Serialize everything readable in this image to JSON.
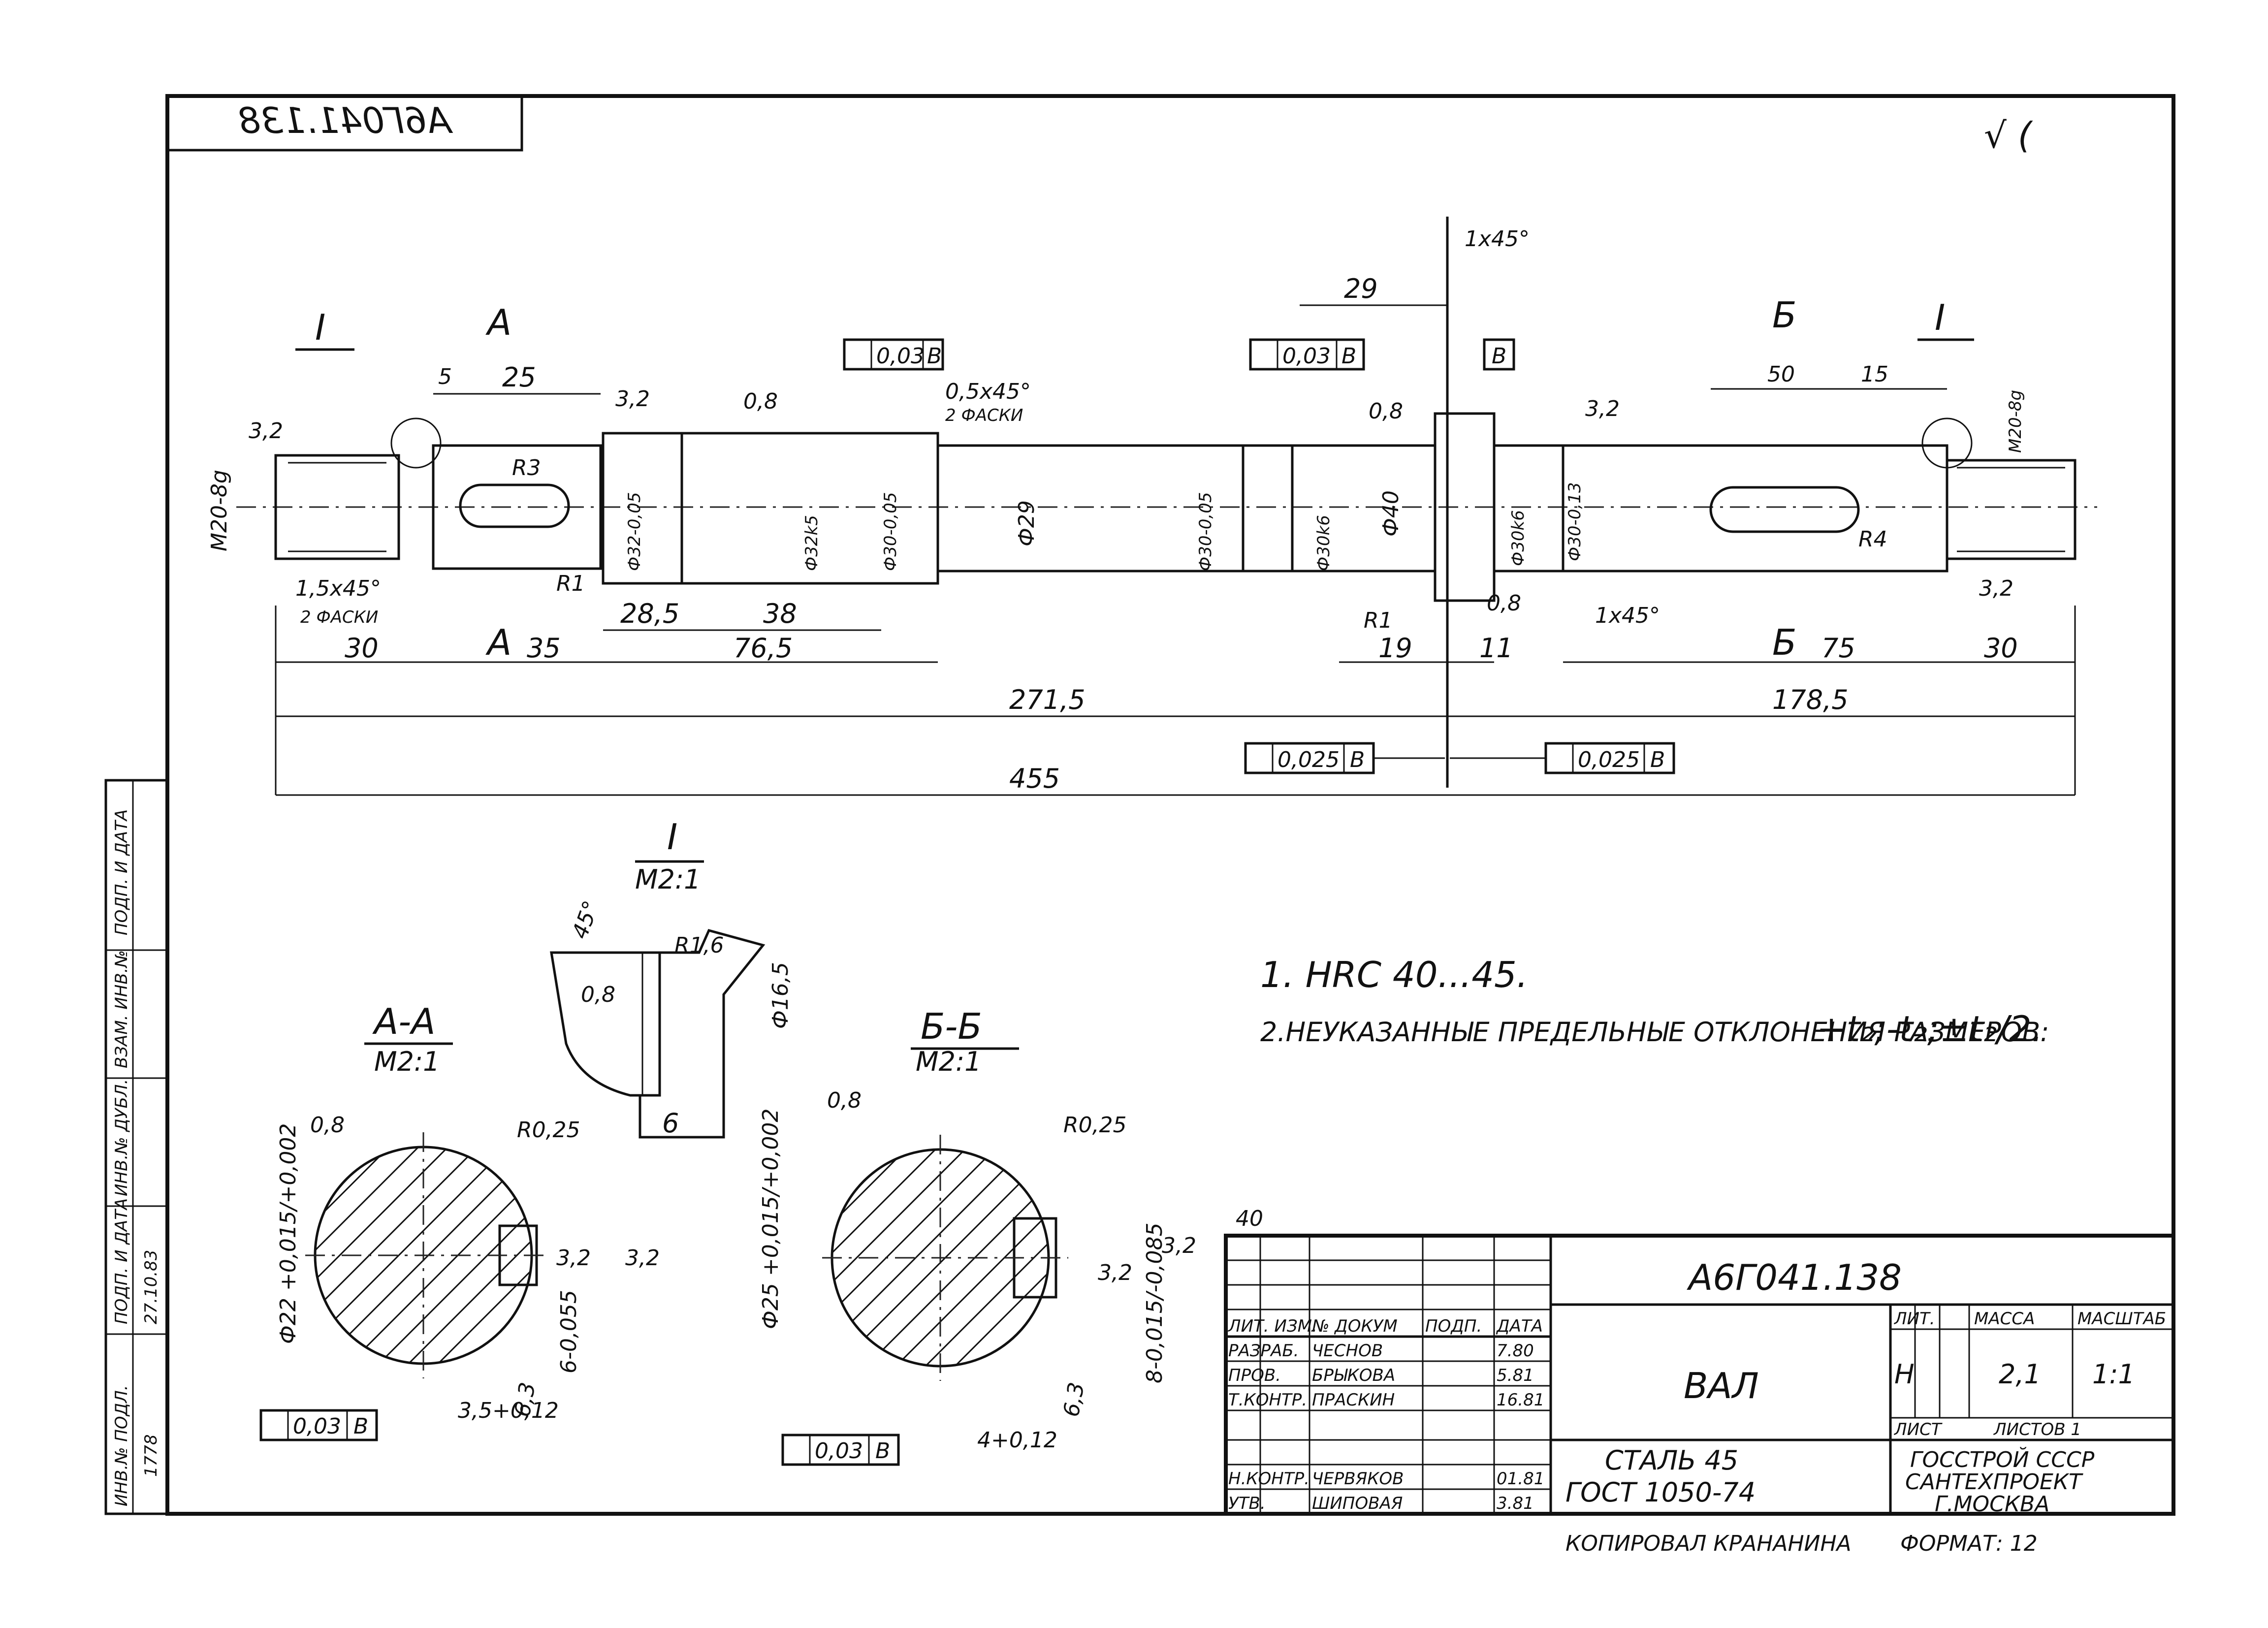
{
  "drawing": {
    "code": "А6Г041.138",
    "code_mirrored": "А6Г041.138",
    "title": "ВАЛ",
    "material_line1": "СТАЛЬ 45",
    "material_line2": "ГОСТ 1050-74",
    "organization": [
      "ГОССТРОЙ СССР",
      "САНТЕХПРОЕКТ",
      "Г.МОСКВА"
    ],
    "lit": "Н",
    "mass": "2,1",
    "scale": "1:1",
    "sheet_label": "ЛИСТ",
    "sheets_label": "ЛИСТОВ 1",
    "format": "ФОРМАТ: 12",
    "copied": "КОПИРОВАЛ КРАНАНИНА",
    "corner_mark": "40",
    "surface_mark": "√ (",
    "header_labels": [
      "ЛИТ.",
      "МАССА",
      "МАСШТАБ"
    ]
  },
  "stamp_rows": [
    {
      "role": "ЛИТ. ИЗМ.",
      "name": "№ ДОКУМ",
      "sign": "ПОДП.",
      "date": "ДАТА"
    },
    {
      "role": "РАЗРАБ.",
      "name": "ЧЕСНОВ",
      "sign": "",
      "date": "7.80"
    },
    {
      "role": "ПРОВ.",
      "name": "БРЫКОВА",
      "sign": "",
      "date": "5.81"
    },
    {
      "role": "Т.КОНТР.",
      "name": "ПРАСКИН",
      "sign": "",
      "date": "16.81"
    },
    {
      "role": "Н.КОНТР.",
      "name": "ЧЕРВЯКОВ",
      "sign": "",
      "date": "01.81"
    },
    {
      "role": "УТВ.",
      "name": "ШИПОВАЯ",
      "sign": "",
      "date": "3.81"
    }
  ],
  "side_stamp": [
    "ПОДП. И ДАТА",
    "ВЗАМ. ИНВ.№",
    "ИНВ.№ ДУБЛ.",
    "ПОДП. И ДАТА",
    "ИНВ.№ ПОДЛ."
  ],
  "side_stamp_values": [
    "",
    "",
    "",
    "27.10.83",
    "1778"
  ],
  "notes": {
    "note1": "1. HRC 40...45.",
    "note2_prefix": "2.НЕУКАЗАННЫЕ ПРЕДЕЛЬНЫЕ ОТКЛОНЕНИЯ РАЗМЕРОВ:",
    "note2_formula": "+t₂;-t₂;±t₂/2."
  },
  "shaft_dims": {
    "overall": "455",
    "left_part": "271,5",
    "right_part": "178,5",
    "d_30a": "30",
    "d_35": "35",
    "d_76_5": "76,5",
    "d_28_5": "28,5",
    "d_38": "38",
    "d_5": "5",
    "d_25": "25",
    "d_29": "29",
    "d_19": "19",
    "d_11": "11",
    "d_50": "50",
    "d_15": "15",
    "d_75": "75",
    "d_30b": "30",
    "chamfer_left": "1,5x45°",
    "chamfer_left2": "2 ФАСКИ",
    "chamfer_mid": "0,5x45°",
    "chamfer_mid2": "2 ФАСКИ",
    "chamfer_top": "1x45°",
    "chamfer_right": "1x45°",
    "thread_left": "M20-8g",
    "thread_right": "M20-8g",
    "dia_1": "Ф32-0,05",
    "dia_2": "Ф32k5",
    "dia_3": "Ф30-0,05",
    "dia_4": "Ф29",
    "dia_5": "Ф30-0,05",
    "dia_6": "Ф30k6",
    "dia_7": "Ф40",
    "dia_8": "Ф30k6",
    "dia_9": "Ф30-0,13",
    "r_3": "R3",
    "r_1a": "R1",
    "r_1b": "R1",
    "r_4": "R4",
    "rough_32a": "3,2",
    "rough_32b": "3,2",
    "rough_08a": "0,8",
    "rough_08b": "0,8",
    "rough_08c": "0,8",
    "rough_32c": "3,2",
    "rough_32d": "3,2",
    "tol_1": "0,03",
    "tol_1_base": "В",
    "tol_2": "0,03",
    "tol_2_base": "В",
    "tol_3": "0,025",
    "tol_3_base": "В",
    "tol_4": "0,025",
    "tol_4_base": "В",
    "datum": "В",
    "sec_I_left": "I",
    "sec_I_right": "I",
    "sec_A_top": "А",
    "sec_A_bot": "А",
    "sec_B_top": "Б",
    "sec_B_bot": "Б"
  },
  "detail_I": {
    "title": "I",
    "scale": "M2:1",
    "angle": "45°",
    "radius": "R1,6",
    "r08": "0,8",
    "dia": "Ф16,5",
    "width": "6"
  },
  "section_A": {
    "title": "А-А",
    "scale": "M2:1",
    "rough": "0,8",
    "radius": "R0,25",
    "dia": "Ф22 +0,015/+0,002",
    "depth": "6-0,055",
    "width": "3,5+0,12",
    "r32a": "3,2",
    "r32b": "3,2",
    "r63": "6,3",
    "tol": "0,03",
    "tol_base": "В"
  },
  "section_B": {
    "title": "Б-Б",
    "scale": "M2:1",
    "rough": "0,8",
    "radius": "R0,25",
    "dia": "Ф25 +0,015/+0,002",
    "depth": "8-0,015/-0,085",
    "width": "4+0,12",
    "r32a": "3,2",
    "r32b": "3,2",
    "r63": "6,3",
    "tol": "0,03",
    "tol_base": "В"
  }
}
